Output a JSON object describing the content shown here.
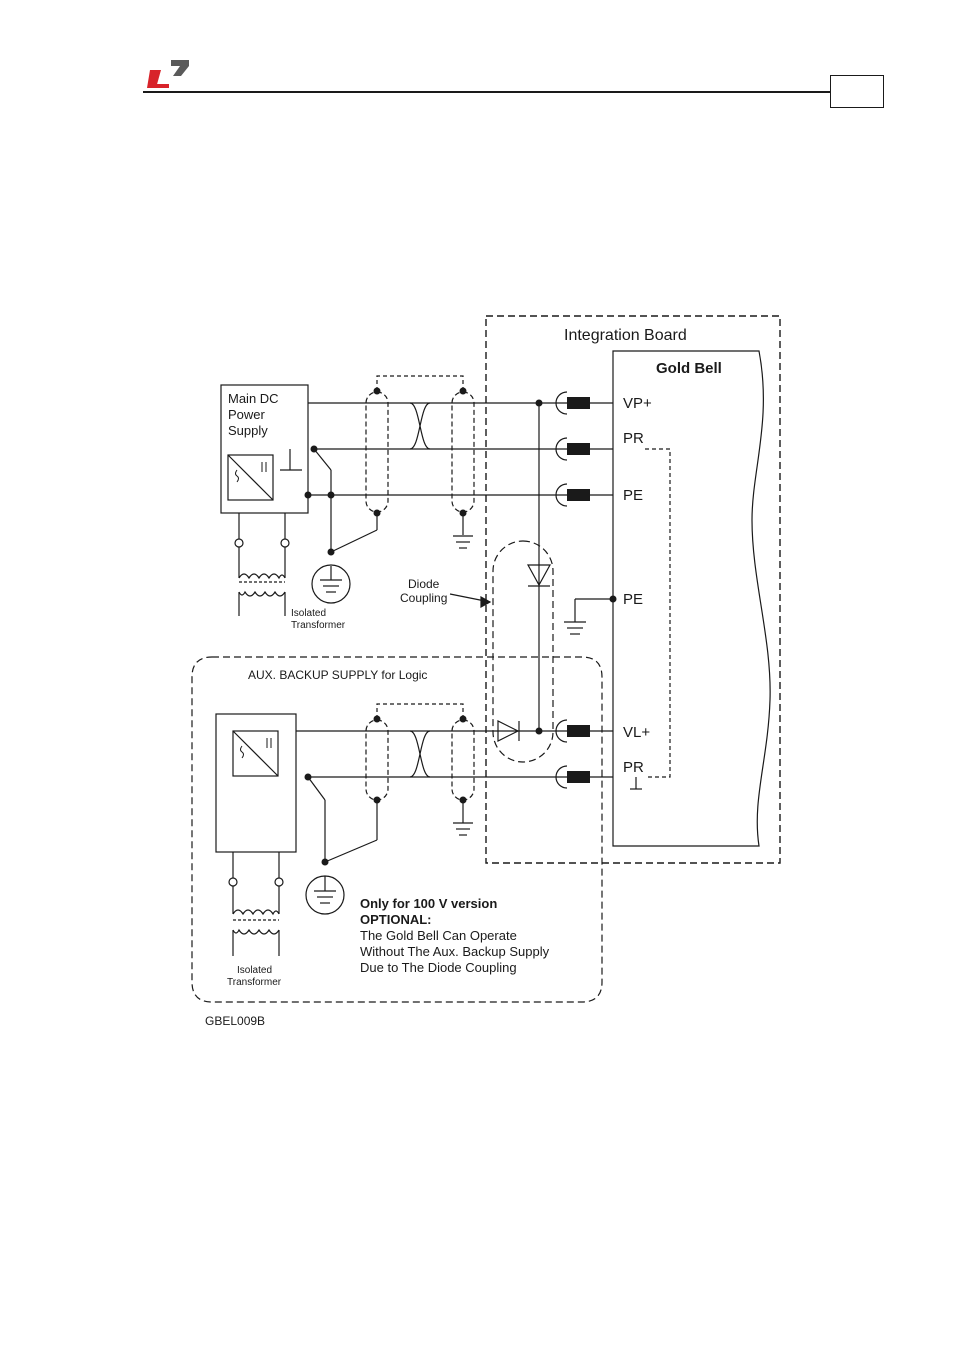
{
  "header": {
    "logo_icon": "company-logo-icon",
    "brand_colors": {
      "red": "#d8232a",
      "gray": "#5a5a5a"
    },
    "page_number": ""
  },
  "diagram": {
    "integration_board": "Integration Board",
    "gold_bell": "Gold Bell",
    "main_supply": [
      "Main DC",
      "Power",
      "Supply"
    ],
    "terminals": {
      "vp_plus": "VP+",
      "pr_top": "PR",
      "pe_top": "PE",
      "pe_mid": "PE",
      "vl_plus": "VL+",
      "pr_bottom": "PR"
    },
    "diode_coupling": [
      "Diode",
      "Coupling"
    ],
    "isolated_transformer_main": [
      "Isolated",
      "Transformer"
    ],
    "aux_title": "AUX. BACKUP SUPPLY for Logic",
    "isolated_transformer_aux": [
      "Isolated",
      "Transformer"
    ],
    "note_bold": [
      "Only for 100 V version",
      "OPTIONAL:"
    ],
    "note_lines": [
      "The Gold Bell Can Operate",
      "Without The Aux. Backup Supply",
      "Due to The Diode Coupling"
    ],
    "figure_code": "GBEL009B"
  }
}
